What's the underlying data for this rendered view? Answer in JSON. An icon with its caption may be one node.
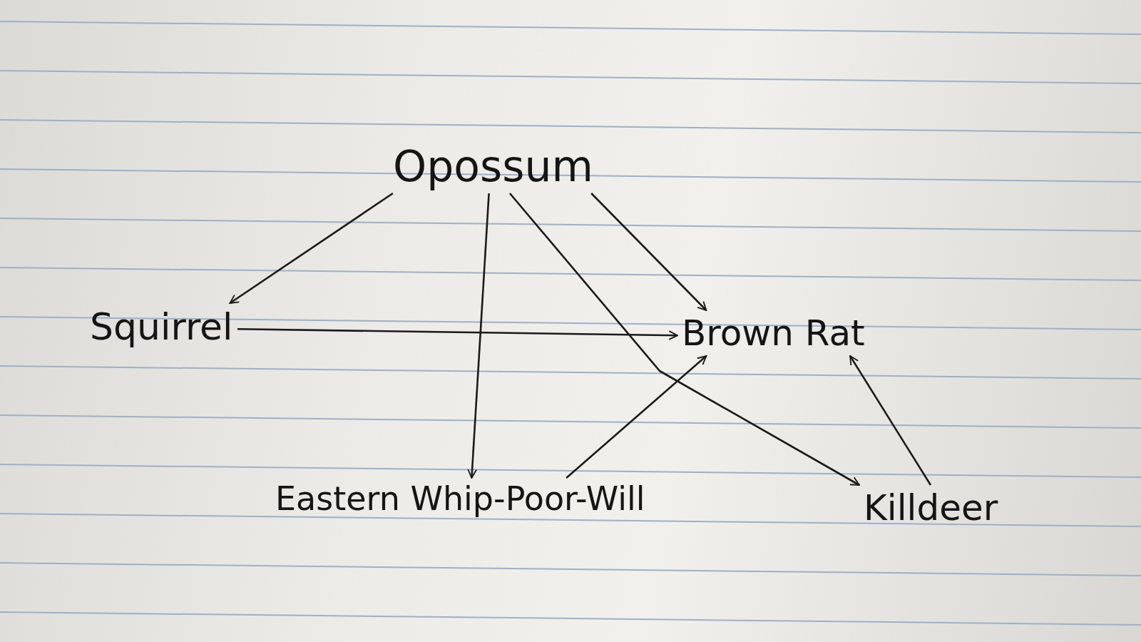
{
  "diagram": {
    "nodes": [
      {
        "text": [
          "Opossum"
        ]
      },
      {
        "text": [
          "Squirrel"
        ]
      },
      {
        "text": [
          "Brown Rat"
        ]
      },
      {
        "text": [
          "Eastern Whip-Poor-Will"
        ]
      },
      {
        "text": [
          "Killdeer"
        ]
      }
    ],
    "edges": [
      {
        "from": 0,
        "to": 1,
        "arrow": "to"
      },
      {
        "from": 0,
        "to": 3,
        "arrow": "to"
      },
      {
        "from": 0,
        "to": 4,
        "arrow": "to"
      },
      {
        "from": 0,
        "to": 2,
        "arrow": "to"
      },
      {
        "from": 1,
        "to": 2,
        "arrow": "to"
      },
      {
        "from": 3,
        "to": 2,
        "arrow": "to"
      },
      {
        "from": 4,
        "to": 2,
        "arrow": "to"
      }
    ]
  }
}
